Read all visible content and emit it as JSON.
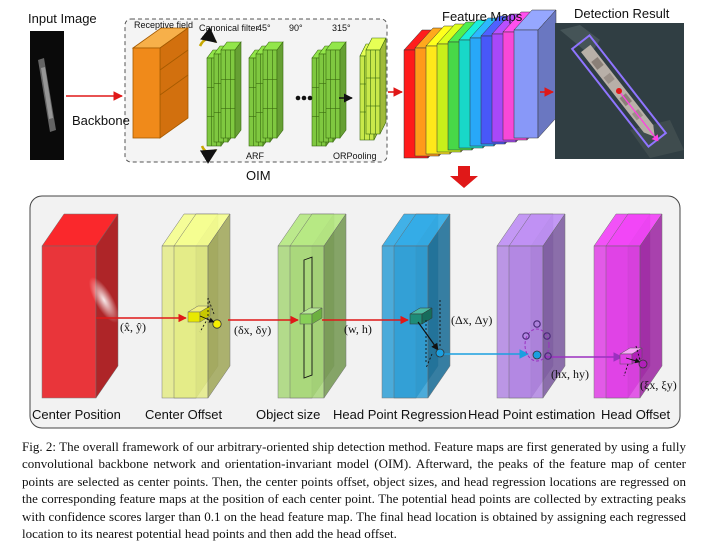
{
  "top": {
    "input_image_label": "Input Image",
    "backbone_label": "Backbone",
    "receptive_field_label": "Receptive field",
    "canonical_filter_label": "Canonical filter",
    "angle_45": "45°",
    "angle_90": "90°",
    "angle_315": "315°",
    "arf_label": "ARF",
    "orpooling_label": "ORPooling",
    "oim_label": "OIM",
    "feature_maps_label": "Feature Maps",
    "detection_result_label": "Detection Result"
  },
  "bottom": {
    "stages": [
      {
        "label": "Center Position",
        "color": "#e8151a"
      },
      {
        "label": "Center Offset",
        "color": "#e4ec86"
      },
      {
        "label": "Object size",
        "color": "#a9d87a"
      },
      {
        "label": "Head Point Regression",
        "color": "#2f9fd6"
      },
      {
        "label": "Head Point estimation",
        "color": "#b286e3"
      },
      {
        "label": "Head Offset",
        "color": "#e040e6"
      }
    ],
    "math": {
      "center_hat": "(x̂, ŷ)",
      "offset": "(δx, δy)",
      "size": "(w, h)",
      "delta": "(Δx, Δy)",
      "head": "(hx, hy)",
      "xi": "(ξx, ξy)"
    }
  },
  "caption": "Fig. 2: The overall framework of our arbitrary-oriented ship detection method. Feature maps are first generated by using a fully convolutional backbone network and orientation-invariant model (OIM). Afterward, the peaks of the feature map of center points are selected as center points. Then, the center points offset, object sizes, and head regression locations are regressed on the corresponding feature maps at the position of each center point. The potential head points are collected by extracting peaks with confidence scores larger than 0.1 on the head feature map. The final head location is obtained by assigning each regressed location to its nearest potential head points and then add the head offset.",
  "colors": {
    "feature_maps": [
      "#ff1a1a",
      "#ff9a1a",
      "#ffe81a",
      "#c8f01a",
      "#48d848",
      "#18d8c8",
      "#28a8f8",
      "#4858f8",
      "#a848f8",
      "#f848d8",
      "#8898f8"
    ],
    "orange_block": "#f08a1a",
    "arf_green": "#7fc840",
    "orpool_green": "#c8e84a",
    "arrow_red": "#e01818",
    "purple_box": "#8060e8"
  }
}
